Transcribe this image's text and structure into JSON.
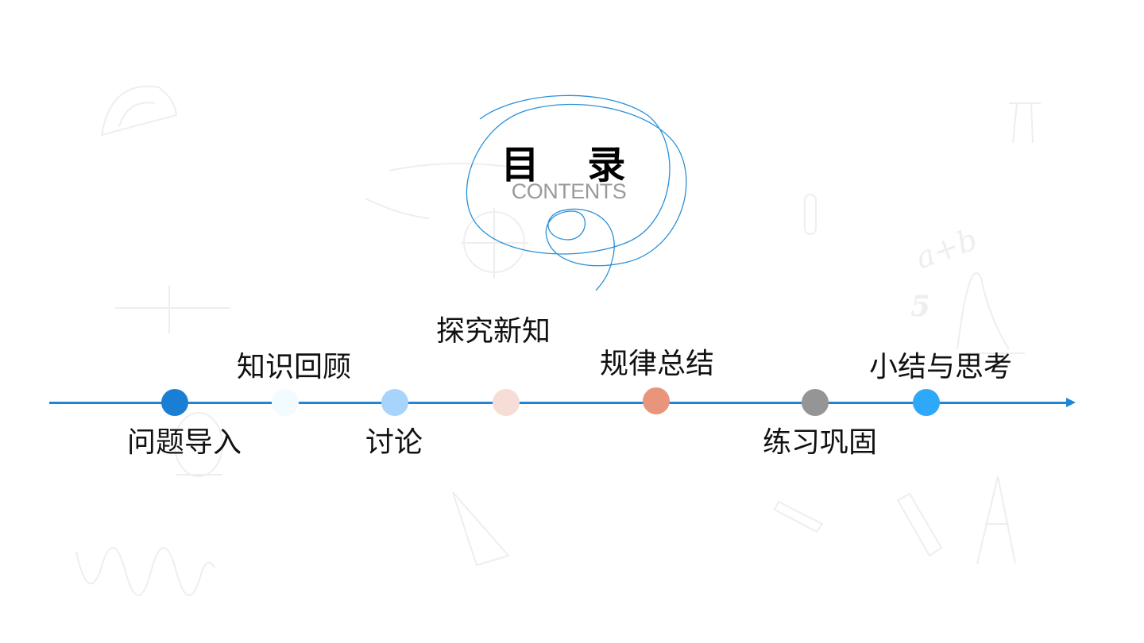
{
  "title": {
    "main": "目 录",
    "sub": "CONTENTS"
  },
  "timeline": {
    "color": "#2185d5",
    "items": [
      {
        "label": "问题导入",
        "color": "#1a7fd4"
      },
      {
        "label": "知识回顾",
        "color": "#f2fbff"
      },
      {
        "label": "讨论",
        "color": "#a8d4fb"
      },
      {
        "label": "探究新知",
        "color": "#f6ddd6"
      },
      {
        "label": "规律总结",
        "color": "#e8957c"
      },
      {
        "label": "练习巩固",
        "color": "#959595"
      },
      {
        "label": "小结与思考",
        "color": "#2ea8f9"
      }
    ]
  },
  "decor": {
    "math_text": "a+b",
    "digit": "5"
  }
}
